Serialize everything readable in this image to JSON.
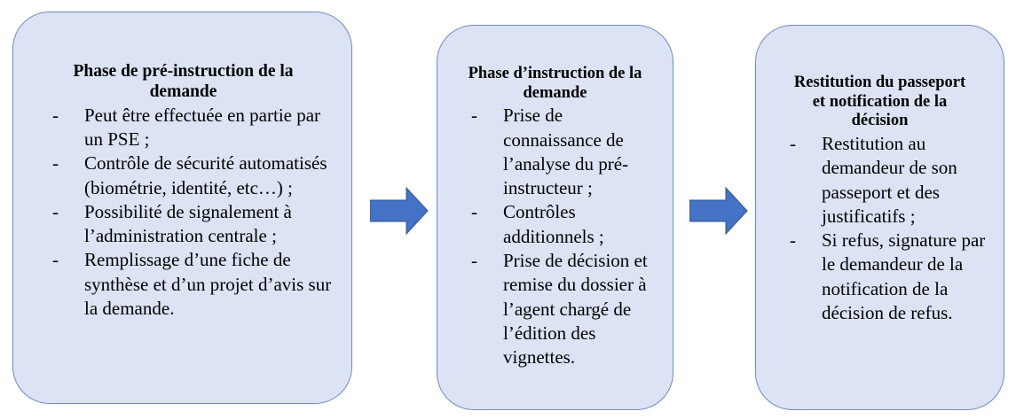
{
  "diagram": {
    "type": "process-flow",
    "orientation": "horizontal",
    "colors": {
      "box_fill": "#DCE3F4",
      "box_border": "#7089C0",
      "arrow_fill": "#4472C4",
      "arrow_border": "#2F528F",
      "text": "#000000"
    },
    "boxes": [
      {
        "id": "pre-instruction",
        "title": "Phase de pré-instruction de la demande",
        "items": [
          "Peut être effectuée en partie par un PSE ;",
          "Contrôle de sécurité automatisés (biométrie, identité, etc…) ;",
          "Possibilité de signalement à l’administration centrale ;",
          "Remplissage d’une fiche de synthèse et d’un projet d’avis sur la demande."
        ],
        "bullet_marker": "-"
      },
      {
        "id": "instruction",
        "title": "Phase d’instruction de la demande",
        "items": [
          "Prise de connaissance de l’analyse du pré-instructeur ;",
          "Contrôles additionnels ;",
          "Prise de décision et remise du dossier à l’agent chargé de l’édition des vignettes."
        ],
        "bullet_marker": "-"
      },
      {
        "id": "restitution",
        "title": "Restitution du passeport et notification de la décision",
        "items": [
          "Restitution au demandeur de son passeport et des justificatifs ;",
          "Si refus, signature par le demandeur de la notification de la décision de refus."
        ],
        "bullet_marker": "-"
      }
    ],
    "arrows": [
      {
        "id": "arrow-1",
        "from": "pre-instruction",
        "to": "instruction",
        "direction": "right"
      },
      {
        "id": "arrow-2",
        "from": "instruction",
        "to": "restitution",
        "direction": "right"
      }
    ]
  }
}
